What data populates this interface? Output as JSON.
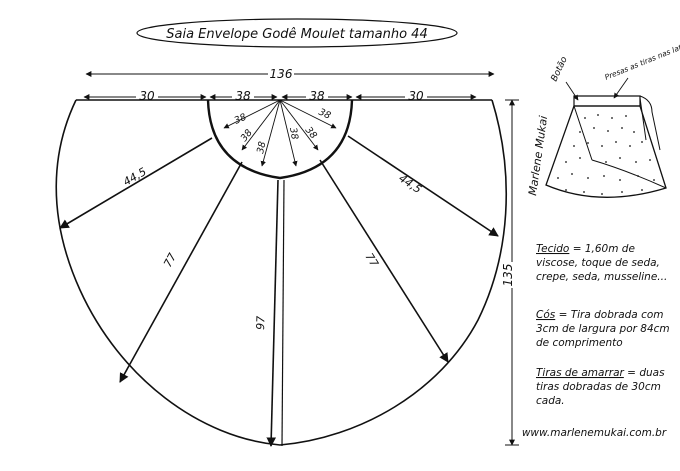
{
  "title": "Saia Envelope Godê Moulet tamanho 44",
  "dimensions": {
    "top_total": "136",
    "left_segment": "30",
    "center_left": "38",
    "center_right": "38",
    "right_segment": "30",
    "height": "135",
    "waist_radius_label": "38",
    "waist_inner_left": "38",
    "waist_inner_mid_left": "38",
    "waist_inner_mid": "38",
    "waist_inner_mid_right": "38",
    "waist_inner_right": "38",
    "radius_upper_left": "44,5",
    "radius_upper_right": "44,5",
    "radius_lower_left": "77",
    "radius_lower_right": "77",
    "radius_center": "97"
  },
  "sketch": {
    "label_button": "Botão",
    "label_ties": "Presas as tiras nas laterais",
    "signature": "Marlene Mukai"
  },
  "notes": [
    {
      "term": "Tecido",
      "text": "= 1,60m de viscose, toque de seda, crepe, seda, musseline..."
    },
    {
      "term": "Cós",
      "text": "= Tira dobrada com 3cm de largura por 84cm de comprimento"
    },
    {
      "term": "Tiras de amarrar",
      "text": "= duas tiras dobradas de 30cm cada."
    }
  ],
  "website": "www.marlenemukai.com.br"
}
